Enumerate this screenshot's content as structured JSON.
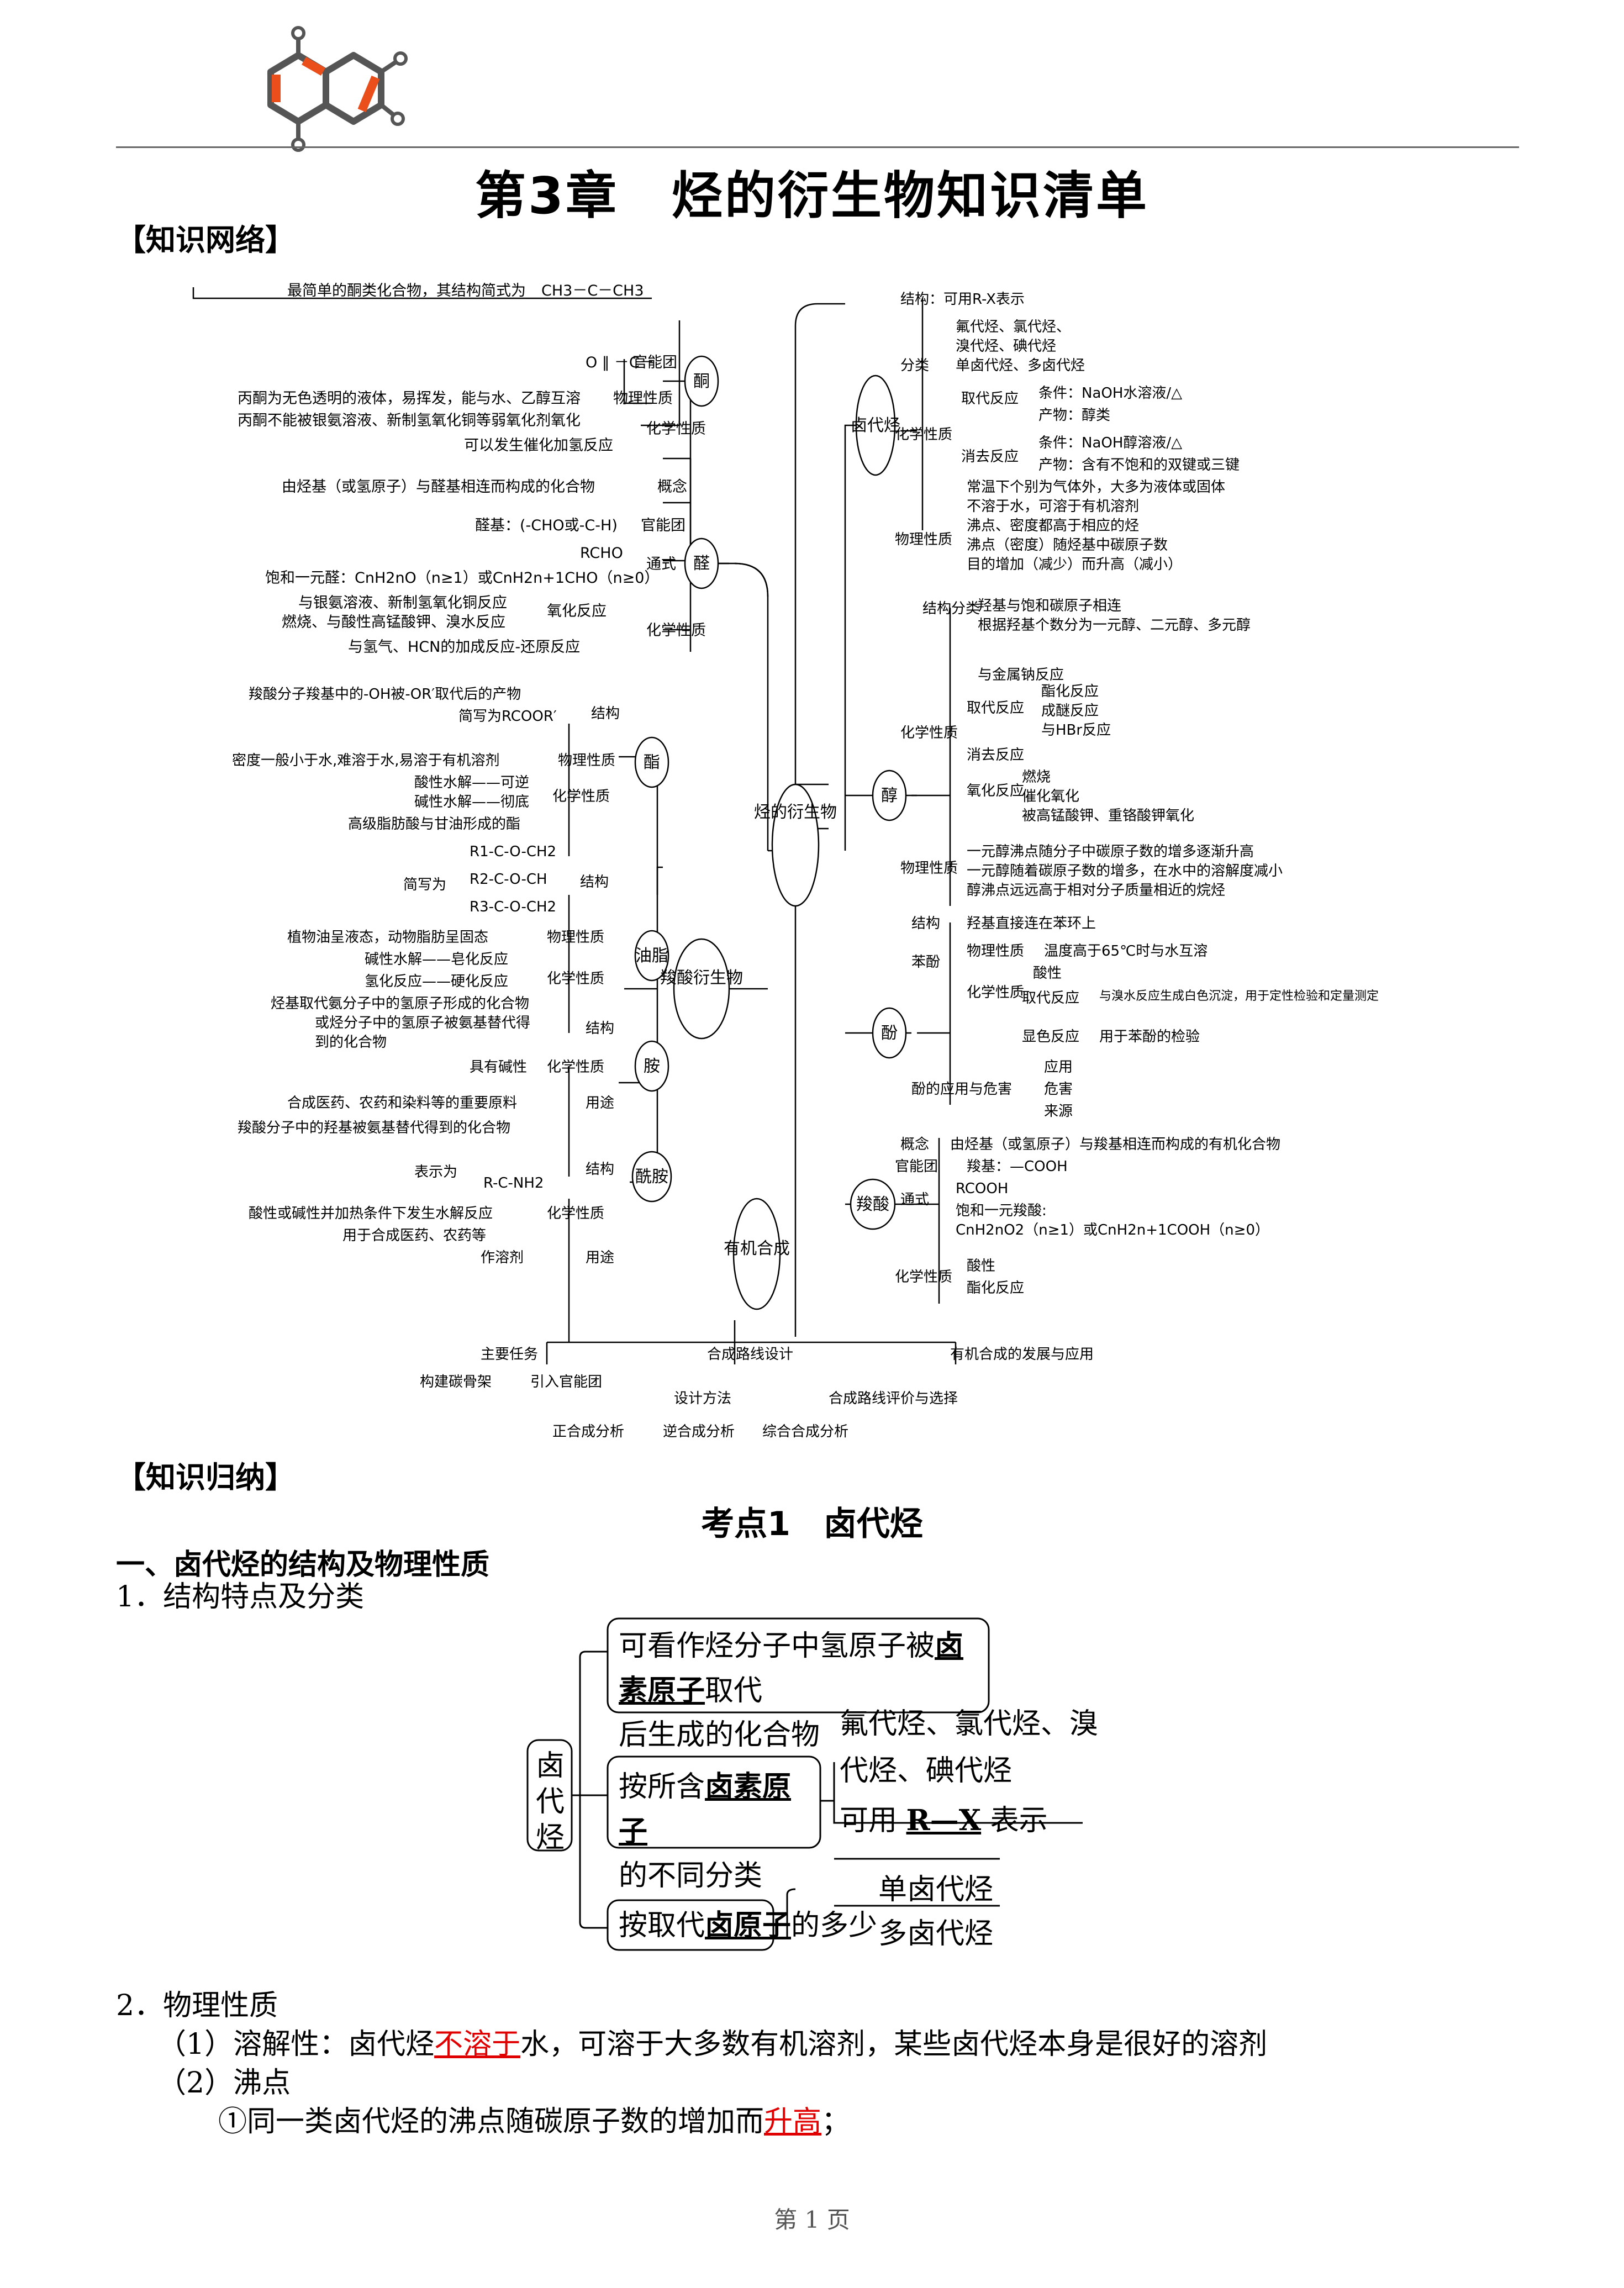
{
  "header": {
    "title": "第3章　烃的衍生物知识清单"
  },
  "sections": {
    "network": "【知识网络】",
    "summary": "【知识归纳】"
  },
  "mindmap": {
    "center": "烃的衍生物",
    "ketone": {
      "name": "酮",
      "simplest": "最简单的酮类化合物，其结构简式为",
      "formula": "CH3－C－CH3",
      "group_label": "官能团",
      "group": "O ‖ －C－",
      "phys_label": "物理性质",
      "phys": "丙酮为无色透明的液体，易挥发，能与水、乙醇互溶",
      "chem_label": "化学性质",
      "chem1": "丙酮不能被银氨溶液、新制氢氧化铜等弱氧化剂氧化",
      "chem2": "可以发生催化加氢反应"
    },
    "aldehyde": {
      "name": "醛",
      "concept_label": "概念",
      "concept": "由烃基（或氢原子）与醛基相连而构成的化合物",
      "group_label": "官能团",
      "group": "醛基：(-CHO或-C-H)",
      "formula_label": "通式",
      "rcho": "RCHO",
      "formula": "饱和一元醛：CnH2nO（n≥1）或CnH2n+1CHO（n≥0）",
      "ox_label": "氧化反应",
      "ox1": "与银氨溶液、新制氢氧化铜反应",
      "ox2": "燃烧、与酸性高锰酸钾、溴水反应",
      "add": "与氢气、HCN的加成反应-还原反应",
      "chem_label": "化学性质"
    },
    "carboxyl_group": {
      "name": "羧酸衍生物",
      "ester": {
        "name": "酯",
        "struct_label": "结构",
        "struct1": "羧酸分子羧基中的-OH被-OR′取代后的产物",
        "struct2": "简写为RCOOR′",
        "phys_label": "物理性质",
        "phys": "密度一般小于水,难溶于水,易溶于有机溶剂",
        "chem_label": "化学性质",
        "acid": "酸性水解——可逆",
        "base": "碱性水解——彻底"
      },
      "fat": {
        "name": "油脂",
        "struct_label": "结构",
        "struct": "高级脂肪酸与甘油形成的酯",
        "short": "简写为",
        "f1": "R1-C-O-CH2",
        "f2": "R2-C-O-CH",
        "f3": "R3-C-O-CH2",
        "phys_label": "物理性质",
        "phys": "植物油呈液态，动物脂肪呈固态",
        "chem_label": "化学性质",
        "c1": "碱性水解——皂化反应",
        "c2": "氢化反应——硬化反应"
      },
      "amine": {
        "name": "胺",
        "struct_label": "结构",
        "s1": "烃基取代氨分子中的氢原子形成的化合物",
        "s2": "或烃分子中的氢原子被氨基替代得",
        "s3": "到的化合物",
        "chem_label": "化学性质",
        "chem": "具有碱性",
        "use_label": "用途",
        "use": "合成医药、农药和染料等的重要原料"
      },
      "amide": {
        "name": "酰胺",
        "struct_label": "结构",
        "s1": "羧酸分子中的羟基被氨基替代得到的化合物",
        "s2": "表示为",
        "s3": "R-C-NH2",
        "chem_label": "化学性质",
        "chem": "酸性或碱性并加热条件下发生水解反应",
        "use_label": "用途",
        "u1": "用于合成医药、农药等",
        "u2": "作溶剂"
      }
    },
    "halide": {
      "name": "卤代烃",
      "struct_label": "结构",
      "struct": "结构：可用R-X表示",
      "class_label": "分类",
      "c1": "氟代烃、氯代烃、",
      "c2": "溴代烃、碘代烃",
      "c3": "单卤代烃、多卤代烃",
      "chem_label": "化学性质",
      "sub_label": "取代反应",
      "sub1": "条件：NaOH水溶液/△",
      "sub2": "产物：醇类",
      "elim_label": "消去反应",
      "el1": "条件：NaOH醇溶液/△",
      "el2": "产物：含有不饱和的双键或三键",
      "phys_label": "物理性质",
      "p1": "常温下个别为气体外，大多为液体或固体",
      "p2": "不溶于水，可溶于有机溶剂",
      "p3": "沸点、密度都高于相应的烃",
      "p4": "沸点（密度）随烃基中碳原子数",
      "p5": "目的增加（减少）而升高（减小）"
    },
    "alcohol": {
      "name": "醇",
      "struct_label": "结构分类",
      "s1": "羟基与饱和碳原子相连",
      "s2": "根据羟基个数分为一元醇、二元醇、多元醇",
      "chem_label": "化学性质",
      "na": "与金属钠反应",
      "sub_label": "取代反应",
      "sub1": "酯化反应",
      "sub2": "成醚反应",
      "sub3": "与HBr反应",
      "elim": "消去反应",
      "ox_label": "氧化反应",
      "ox1": "燃烧",
      "ox2": "催化氧化",
      "ox3": "被高锰酸钾、重铬酸钾氧化",
      "phys_label": "物理性质",
      "p1": "一元醇沸点随分子中碳原子数的增多逐渐升高",
      "p2": "一元醇随着碳原子数的增多，在水中的溶解度减小",
      "p3": "醇沸点远远高于相对分子质量相近的烷烃"
    },
    "phenol": {
      "name": "酚",
      "struct_label": "结构",
      "struct": "羟基直接连在苯环上",
      "benzene": "苯酚",
      "phys_label": "物理性质",
      "phys": "温度高于65℃时与水互溶",
      "chem_label": "化学性质",
      "acid": "酸性",
      "sub_label": "取代反应",
      "sub": "与溴水反应生成白色沉淀，用于定性检验和定量测定",
      "color_label": "显色反应",
      "color": "用于苯酚的检验",
      "use_label": "酚的应用与危害",
      "u1": "应用",
      "u2": "危害",
      "u3": "来源"
    },
    "acid": {
      "name": "羧酸",
      "concept_label": "概念",
      "concept": "由烃基（或氢原子）与羧基相连而构成的有机化合物",
      "group_label": "官能团",
      "group": "羧基：—COOH",
      "formula_label": "通式",
      "rcooh": "RCOOH",
      "f1": "饱和一元羧酸:",
      "f2": "CnH2nO2（n≥1）或CnH2n+1COOH（n≥0）",
      "chem_label": "化学性质",
      "c1": "酸性",
      "c2": "酯化反应"
    },
    "synthesis": {
      "name": "有机合成",
      "task_label": "主要任务",
      "task1": "构建碳骨架",
      "task2": "引入官能团",
      "route_label": "合成路线设计",
      "design": "设计方法",
      "eval": "合成路线评价与选择",
      "m1": "正合成分析",
      "m2": "逆合成分析",
      "m3": "综合合成分析",
      "dev_label": "有机合成的发展与应用"
    }
  },
  "topic1": {
    "title": "考点1　卤代烃",
    "h1": "一、卤代烃的结构及物理性质",
    "s1": "1．结构特点及分类",
    "fig": {
      "root": "卤代烃",
      "b1a": "可看作烃分子中氢原子被",
      "b1k": "卤素原子",
      "b1b": "取代",
      "b1c": "后生成的化合物",
      "b2a": "按所含",
      "b2k": "卤素原子",
      "b2c": "的不同分类",
      "b2r1": "氟代烃、氯代烃、溴",
      "b2r2": "代烃、碘代烃",
      "b2r3a": "可用",
      "b2r3k": "R—X",
      "b2r3b": "表示",
      "b3a": "按取代",
      "b3k": "卤原子",
      "b3b": "的多少",
      "b3r1": "单卤代烃",
      "b3r2": "多卤代烃"
    },
    "s2": "2．物理性质",
    "p1a": "（1）溶解性：卤代烃",
    "p1k": "不溶于",
    "p1b": "水，可溶于大多数有机溶剂，某些卤代烃本身是很好的溶剂",
    "p2": "（2）沸点",
    "p3a": "①同一类卤代烃的沸点随碳原子数的增加而",
    "p3k": "升高",
    "p3b": "；"
  },
  "footer": {
    "page": "第  1  页"
  },
  "colors": {
    "accent": "#e94e1b",
    "key_red": "#e00000"
  }
}
